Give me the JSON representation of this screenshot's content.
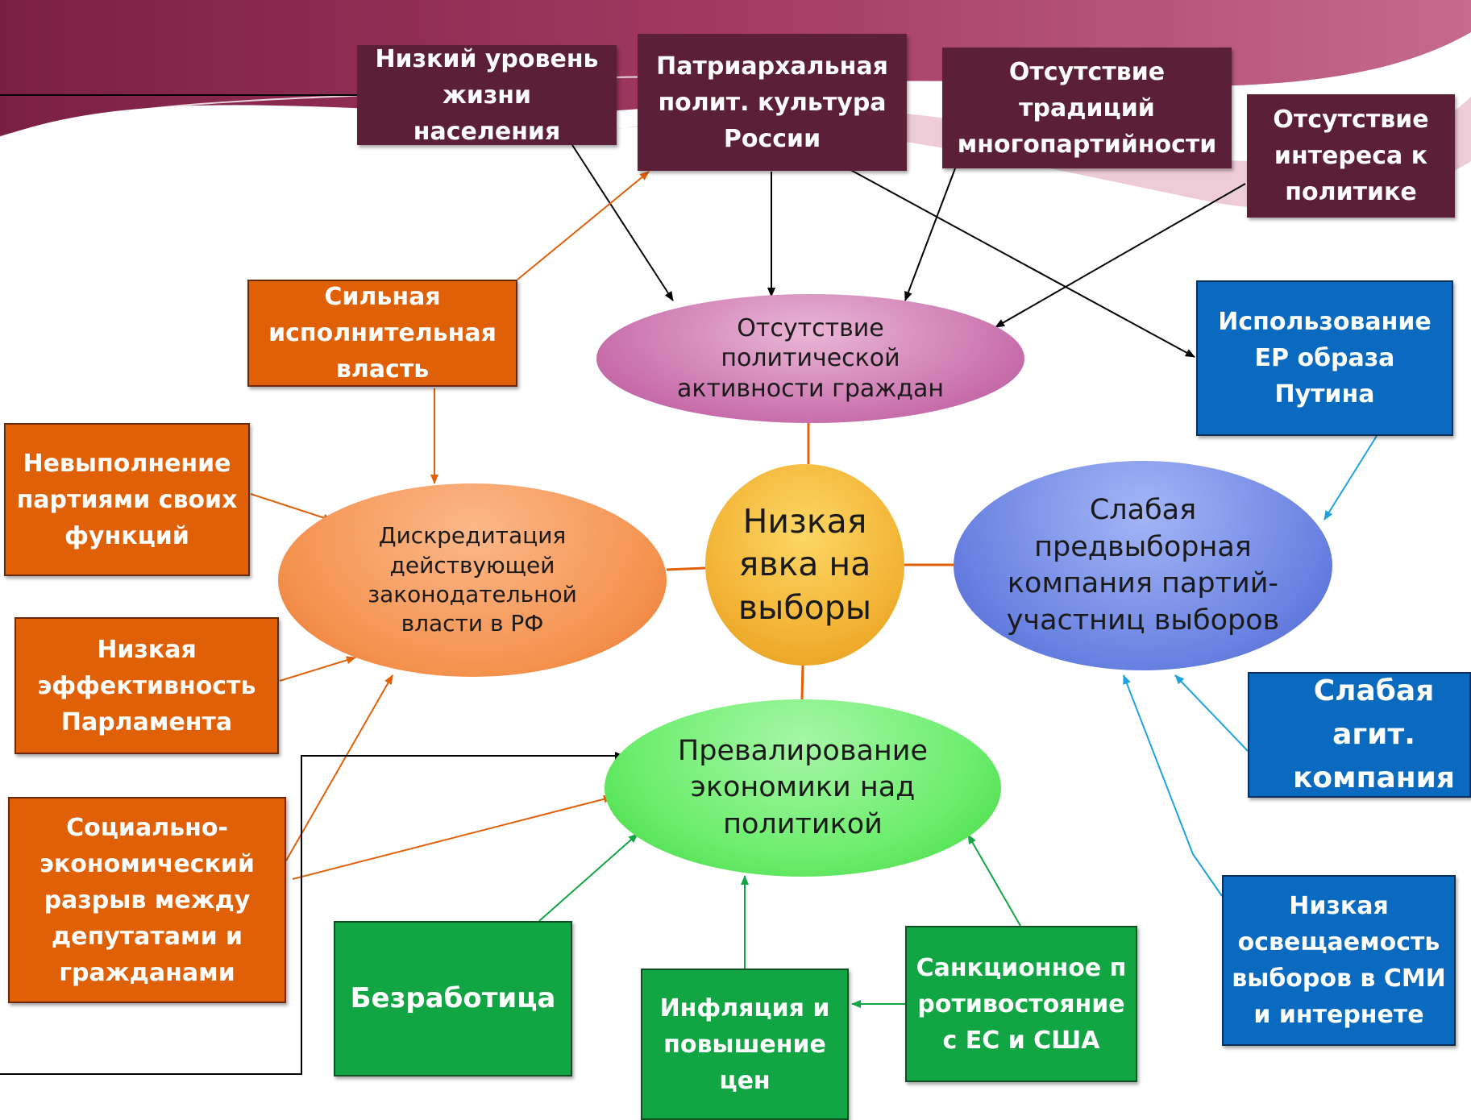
{
  "center": {
    "label": "Низкая явка на выборы"
  },
  "hubs": {
    "activity": {
      "label": "Отсутствие политической активности граждан"
    },
    "discredit": {
      "label": "Дискредитация действующей законодательной власти в РФ"
    },
    "campaign": {
      "label": "Слабая предвыборная компания партий-участниц выборов"
    },
    "economy": {
      "label": "Превалирование экономики над политикой"
    }
  },
  "causes": {
    "low_living": "Низкий уровень жизни населения",
    "patriarchal": "Патриархальная полит. культура России",
    "no_tradition": "Отсутствие традиций многопартийности",
    "no_interest": "Отсутствие интереса к политике",
    "strong_exec": "Сильная исполнительная власть",
    "parties_fail": "Невыполнение партиями своих функций",
    "parliament": "Низкая эффективность Парламента",
    "gap": "Социально-экономический разрыв между депутатами и гражданами",
    "putin_image": "Использование ЕР образа Путина",
    "weak_agit": "Слабая агит. компания",
    "media": "Низкая освещаемость выборов в СМИ и интернете",
    "unemployment": "Безработица",
    "inflation": "Инфляция и повышение цен",
    "sanctions": "Санкционное противостояние с ЕС и США"
  },
  "colors": {
    "maroon": "#5b1f37",
    "orange": "#e06008",
    "blue": "#0a6abf",
    "green": "#12a543",
    "pink": "#c56aa8",
    "center": "#f4b63a"
  }
}
